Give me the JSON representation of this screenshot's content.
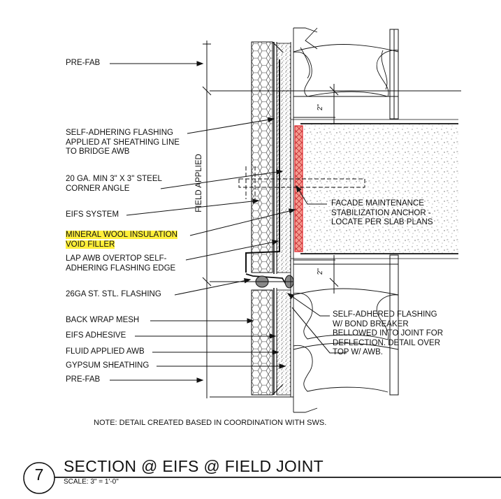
{
  "labels": {
    "prefab_top": "PRE-FAB",
    "self_adhering_flashing": [
      "SELF-ADHERING FLASHING",
      "APPLIED AT SHEATHING LINE",
      "TO BRIDGE AWB"
    ],
    "corner_angle": [
      "20 GA. MIN 3\" X 3\" STEEL",
      "CORNER ANGLE"
    ],
    "eifs_system": "EIFS SYSTEM",
    "mineral_wool": [
      "MINERAL WOOL INSULATION",
      "VOID FILLER"
    ],
    "lap_awb": [
      "LAP AWB OVERTOP SELF-",
      "ADHERING FLASHING EDGE"
    ],
    "ss_flashing": "26GA ST. STL. FLASHING",
    "back_wrap": "BACK WRAP MESH",
    "eifs_adhesive": "EIFS ADHESIVE",
    "fluid_awb": "FLUID APPLIED AWB",
    "gypsum": "GYPSUM SHEATHING",
    "prefab_bottom": "PRE-FAB",
    "field_applied": "FIELD APPLIED",
    "anchor": [
      "FACADE MAINTENANCE",
      "STABILIZATION ANCHOR -",
      "LOCATE PER SLAB PLANS"
    ],
    "self_adhered_bellowed": [
      "SELF-ADHERED FLASHING",
      "W/ BOND BREAKER",
      "BELLOWED INTO JOINT FOR",
      "DEFLECTION. DETAIL OVER",
      "TOP W/ AWB."
    ],
    "dim_top": "2\"",
    "dim_bottom": "2\""
  },
  "note": "NOTE: DETAIL CREATED BASED IN COORDINATION WITH SWS.",
  "title_block": {
    "number": "7",
    "title": "SECTION @ EIFS @ FIELD JOINT",
    "scale": "SCALE: 3\" = 1'-0\""
  },
  "colors": {
    "ink": "#111111",
    "highlight": "#ffef3a",
    "sealant_red": "#e8333a",
    "sealant_fill": "#f59a8f"
  }
}
